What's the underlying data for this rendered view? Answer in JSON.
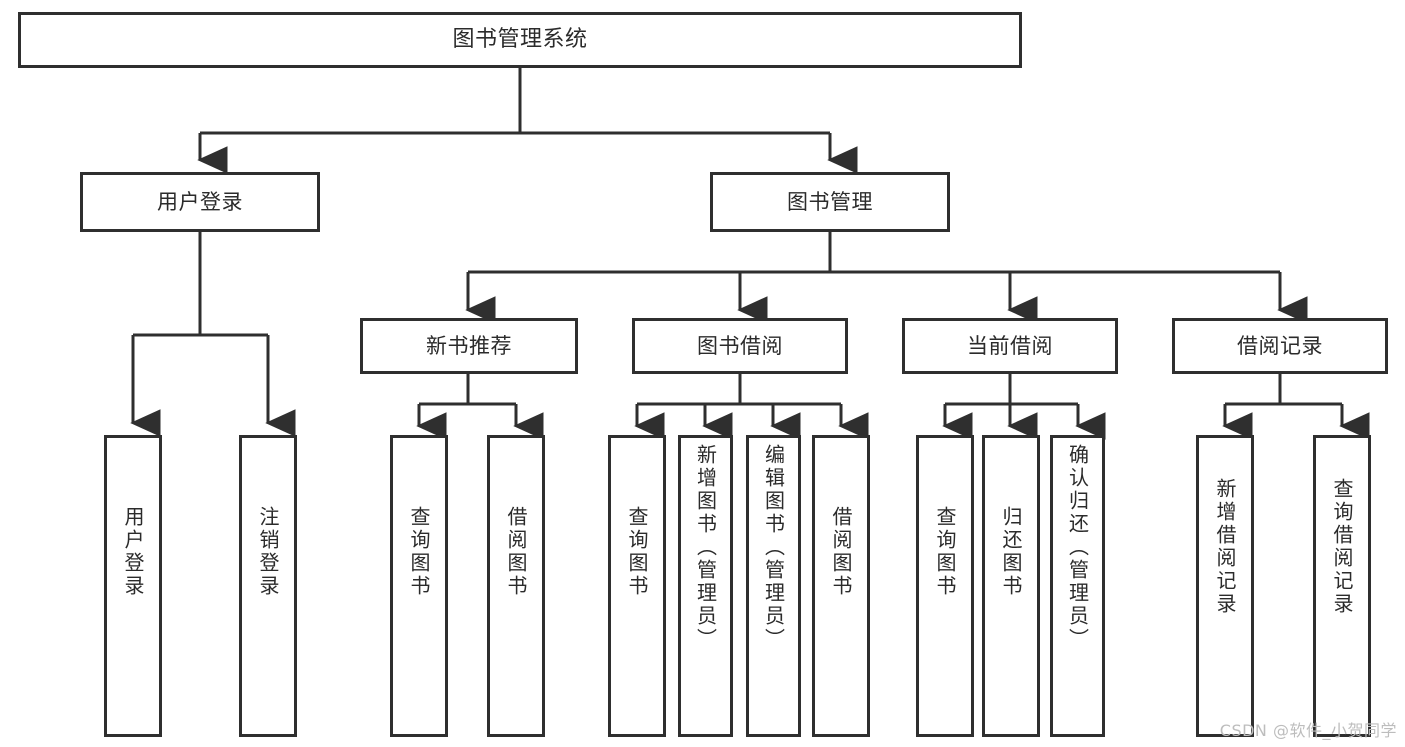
{
  "diagram": {
    "title": "图书管理系统",
    "type": "tree-hierarchy",
    "root": {
      "label": "图书管理系统"
    },
    "level2": [
      {
        "label": "用户登录"
      },
      {
        "label": "图书管理"
      }
    ],
    "level3": [
      {
        "label": "新书推荐"
      },
      {
        "label": "图书借阅"
      },
      {
        "label": "当前借阅"
      },
      {
        "label": "借阅记录"
      }
    ],
    "leaves": {
      "user_login": [
        {
          "label": "用户登录"
        },
        {
          "label": "注销登录"
        }
      ],
      "new_book_recommend": [
        {
          "label": "查询图书"
        },
        {
          "label": "借阅图书"
        }
      ],
      "book_borrow": [
        {
          "label": "查询图书"
        },
        {
          "label": "新增图书（管理员）"
        },
        {
          "label": "编辑图书（管理员）"
        },
        {
          "label": "借阅图书"
        }
      ],
      "current_borrow": [
        {
          "label": "查询图书"
        },
        {
          "label": "归还图书"
        },
        {
          "label": "确认归还（管理员）"
        }
      ],
      "borrow_record": [
        {
          "label": "新增借阅记录"
        },
        {
          "label": "查询借阅记录"
        }
      ]
    }
  },
  "watermark": {
    "text": "CSDN @软件_小贺同学"
  },
  "colors": {
    "border": "#2f2f2f",
    "text": "#2b2b2b",
    "background": "#ffffff",
    "watermark": "#bdbdbd"
  }
}
